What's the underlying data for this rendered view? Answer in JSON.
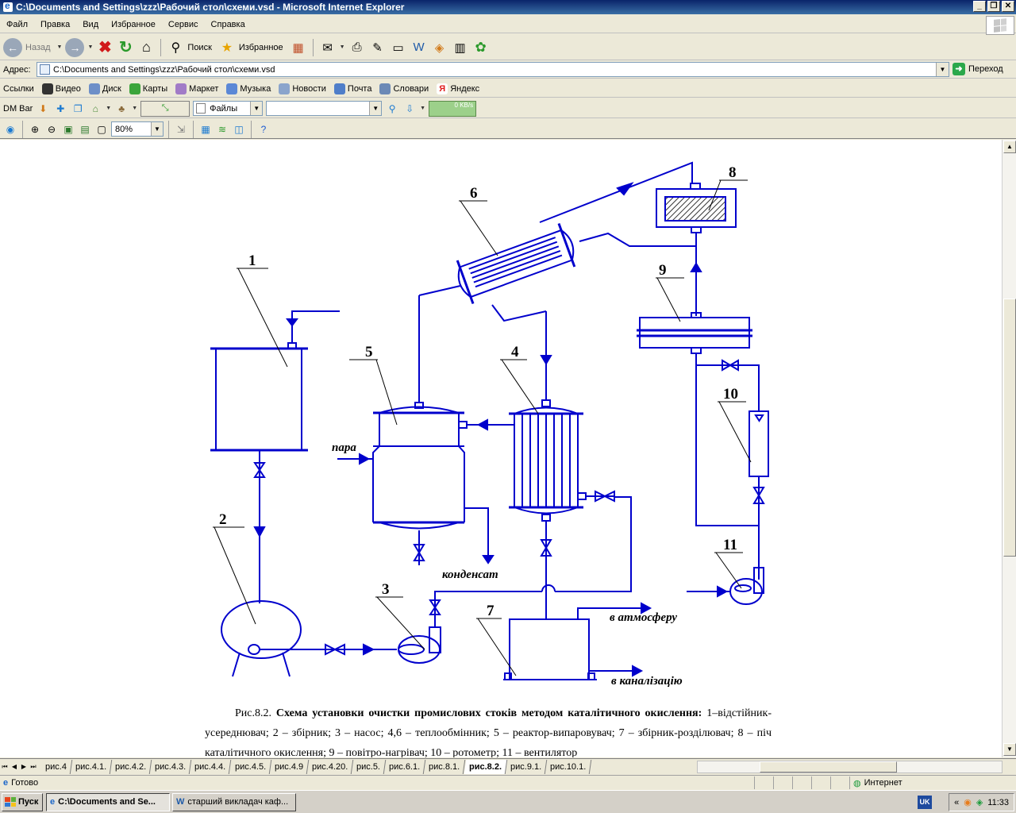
{
  "window": {
    "title": "C:\\Documents and Settings\\zzz\\Рабочий стол\\схеми.vsd - Microsoft Internet Explorer"
  },
  "menu": [
    "Файл",
    "Правка",
    "Вид",
    "Избранное",
    "Сервис",
    "Справка"
  ],
  "toolbar": {
    "back_label": "Назад",
    "search_label": "Поиск",
    "favorites_label": "Избранное"
  },
  "address": {
    "label": "Адрес:",
    "value": "C:\\Documents and Settings\\zzz\\Рабочий стол\\схеми.vsd",
    "go_label": "Переход"
  },
  "links": {
    "label": "Ссылки",
    "items": [
      "Видео",
      "Диск",
      "Карты",
      "Маркет",
      "Музыка",
      "Новости",
      "Почта",
      "Словари",
      "Яндекс"
    ]
  },
  "dmbar": {
    "label": "DM Bar",
    "files_combo": "Файлы",
    "speed": "0 KB/s"
  },
  "visio": {
    "zoom": "80%"
  },
  "diagram": {
    "numbers": [
      "1",
      "2",
      "3",
      "4",
      "5",
      "6",
      "7",
      "8",
      "9",
      "10",
      "11"
    ],
    "labels": {
      "steam": "пара",
      "condensate": "конденсат",
      "atmosphere": "в атмосферу",
      "sewer": "в каналізацію"
    }
  },
  "caption": {
    "fig": "Рис.8.2.",
    "bold": "Схема установки очистки промислових стоків методом каталітичного окислення:",
    "text": " 1–відстійник-усереднювач; 2 – збірник; 3 – насос; 4,6 – теплообмінник; 5 – реактор-випаровувач; 7 – збірник-розділювач; 8 – піч каталітичного окислення; 9 – повітро-нагрівач; 10 – ротометр; 11 – вентилятор"
  },
  "sheet_tabs": {
    "items": [
      "рис.4",
      "рис.4.1.",
      "рис.4.2.",
      "рис.4.3.",
      "рис.4.4.",
      "рис.4.5.",
      "рис.4.9",
      "рис.4.20.",
      "рис.5.",
      "рис.6.1.",
      "рис.8.1.",
      "рис.8.2.",
      "рис.9.1.",
      "рис.10.1."
    ],
    "active": "рис.8.2."
  },
  "status": {
    "text": "Готово",
    "zone": "Интернет"
  },
  "taskbar": {
    "start": "Пуск",
    "tasks": [
      "C:\\Documents and Se...",
      "старший викладач каф..."
    ],
    "lang": "UK",
    "clock": "11:33"
  },
  "colors": {
    "diagram_stroke": "#0000cc",
    "titlebar": "#0a246a"
  }
}
